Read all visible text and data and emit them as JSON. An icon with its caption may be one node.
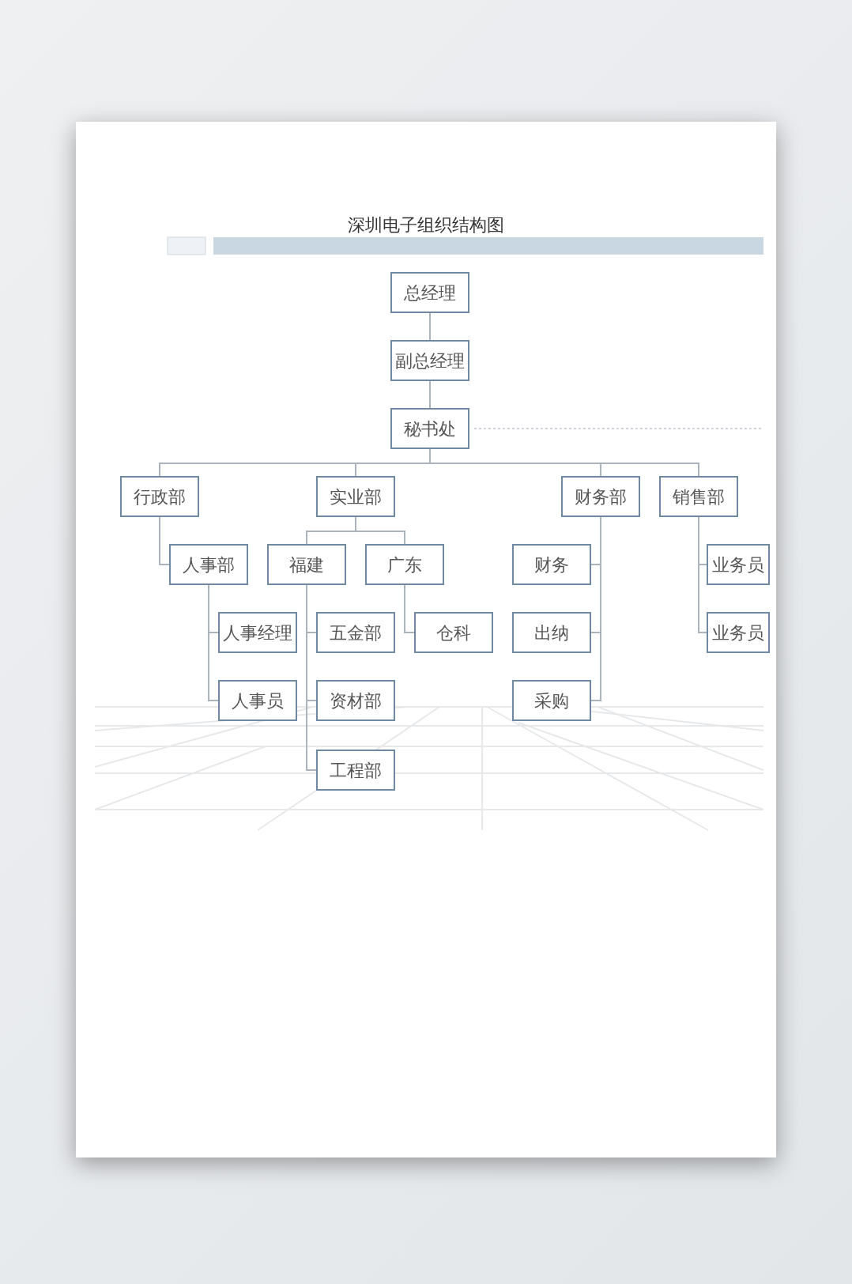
{
  "diagram": {
    "title": "深圳电子组织结构图",
    "nodes": [
      {
        "text": [
          "总经理"
        ]
      },
      {
        "text": [
          "副总经理"
        ]
      },
      {
        "text": [
          "秘书处"
        ]
      },
      {
        "text": [
          "行政部"
        ]
      },
      {
        "text": [
          "实业部"
        ]
      },
      {
        "text": [
          "财务部"
        ]
      },
      {
        "text": [
          "销售部"
        ]
      },
      {
        "text": [
          "人事部"
        ]
      },
      {
        "text": [
          "福建"
        ]
      },
      {
        "text": [
          "广东"
        ]
      },
      {
        "text": [
          "财务"
        ]
      },
      {
        "text": [
          "业务员"
        ]
      },
      {
        "text": [
          "人事经理"
        ]
      },
      {
        "text": [
          "五金部"
        ]
      },
      {
        "text": [
          "仓科"
        ]
      },
      {
        "text": [
          "出纳"
        ]
      },
      {
        "text": [
          "业务员"
        ]
      },
      {
        "text": [
          "人事员"
        ]
      },
      {
        "text": [
          "资材部"
        ]
      },
      {
        "text": [
          "采购"
        ]
      },
      {
        "text": [
          "工程部"
        ]
      }
    ],
    "edges": [
      {
        "from": 0,
        "to": 1,
        "arrow": "none"
      },
      {
        "from": 1,
        "to": 2,
        "arrow": "none"
      },
      {
        "from": 2,
        "to": 3,
        "arrow": "none"
      },
      {
        "from": 2,
        "to": 4,
        "arrow": "none"
      },
      {
        "from": 2,
        "to": 5,
        "arrow": "none"
      },
      {
        "from": 2,
        "to": 6,
        "arrow": "none"
      },
      {
        "from": 3,
        "to": 7,
        "arrow": "none"
      },
      {
        "from": 4,
        "to": 8,
        "arrow": "none"
      },
      {
        "from": 4,
        "to": 9,
        "arrow": "none"
      },
      {
        "from": 5,
        "to": 10,
        "arrow": "none"
      },
      {
        "from": 6,
        "to": 11,
        "arrow": "none"
      },
      {
        "from": 7,
        "to": 12,
        "arrow": "none"
      },
      {
        "from": 8,
        "to": 13,
        "arrow": "none"
      },
      {
        "from": 9,
        "to": 14,
        "arrow": "none"
      },
      {
        "from": 5,
        "to": 15,
        "arrow": "none"
      },
      {
        "from": 6,
        "to": 16,
        "arrow": "none"
      },
      {
        "from": 7,
        "to": 17,
        "arrow": "none"
      },
      {
        "from": 8,
        "to": 18,
        "arrow": "none"
      },
      {
        "from": 5,
        "to": 19,
        "arrow": "none"
      },
      {
        "from": 8,
        "to": 20,
        "arrow": "none"
      }
    ]
  }
}
